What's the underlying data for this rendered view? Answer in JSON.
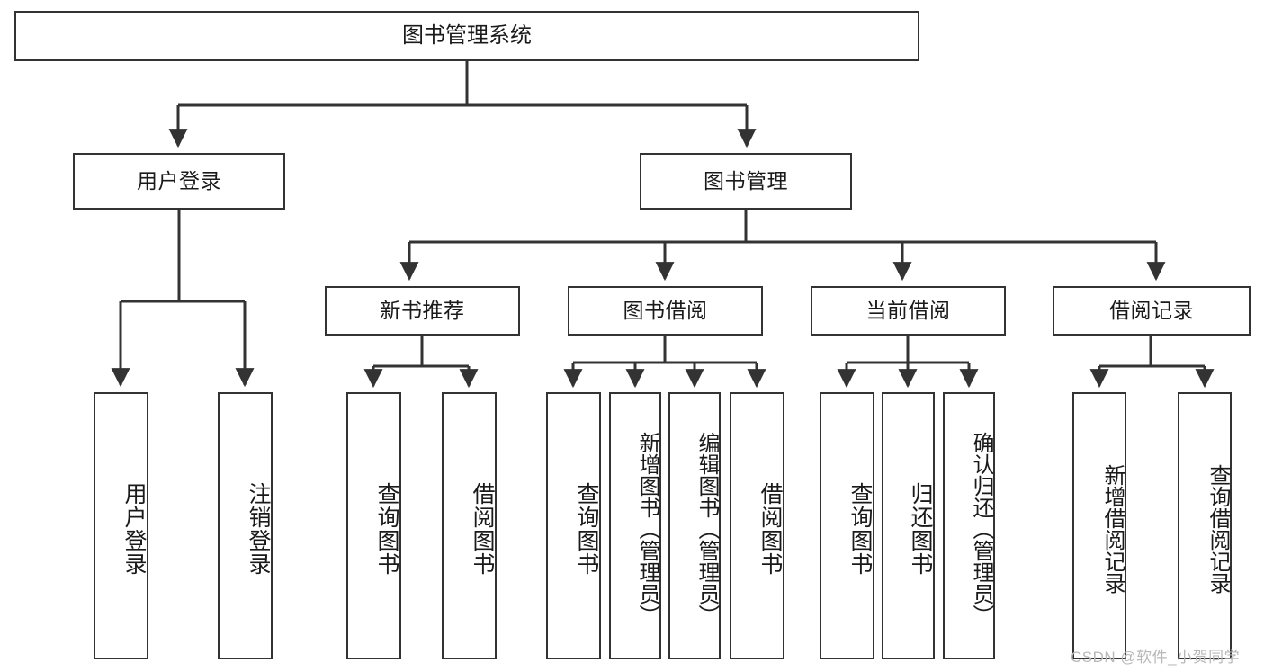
{
  "diagram": {
    "type": "tree-hierarchy",
    "title": "图书管理系统",
    "levels": {
      "root": {
        "label": "图书管理系统"
      },
      "level2": [
        {
          "id": "user-login",
          "label": "用户登录"
        },
        {
          "id": "book-manage",
          "label": "图书管理"
        }
      ],
      "level3": [
        {
          "id": "new-book-rec",
          "label": "新书推荐"
        },
        {
          "id": "book-borrow",
          "label": "图书借阅"
        },
        {
          "id": "current-borrow",
          "label": "当前借阅"
        },
        {
          "id": "borrow-record",
          "label": "借阅记录"
        }
      ],
      "leaves": [
        {
          "id": "leaf-user-login",
          "label": "用户登录",
          "parent": "user-login"
        },
        {
          "id": "leaf-logout-login",
          "label": "注销登录",
          "parent": "user-login"
        },
        {
          "id": "leaf-query-book-1",
          "label": "查询图书",
          "parent": "new-book-rec"
        },
        {
          "id": "leaf-borrow-book-1",
          "label": "借阅图书",
          "parent": "new-book-rec"
        },
        {
          "id": "leaf-query-book-2",
          "label": "查询图书",
          "parent": "book-borrow"
        },
        {
          "id": "leaf-add-book",
          "label": "新增图书（管理员）",
          "parent": "book-borrow"
        },
        {
          "id": "leaf-edit-book",
          "label": "编辑图书（管理员）",
          "parent": "book-borrow"
        },
        {
          "id": "leaf-borrow-book-2",
          "label": "借阅图书",
          "parent": "book-borrow"
        },
        {
          "id": "leaf-query-book-3",
          "label": "查询图书",
          "parent": "current-borrow"
        },
        {
          "id": "leaf-return-book",
          "label": "归还图书",
          "parent": "current-borrow"
        },
        {
          "id": "leaf-confirm-return",
          "label": "确认归还（管理员）",
          "parent": "current-borrow"
        },
        {
          "id": "leaf-add-record",
          "label": "新增借阅记录",
          "parent": "borrow-record"
        },
        {
          "id": "leaf-query-record",
          "label": "查询借阅记录",
          "parent": "borrow-record"
        }
      ]
    },
    "colors": {
      "stroke": "#333333",
      "box_fill": "#ffffff",
      "text": "#1a1a1a",
      "watermark": "#b8b8b8"
    }
  },
  "watermark": {
    "text": "CSDN @软件_小贺同学"
  }
}
